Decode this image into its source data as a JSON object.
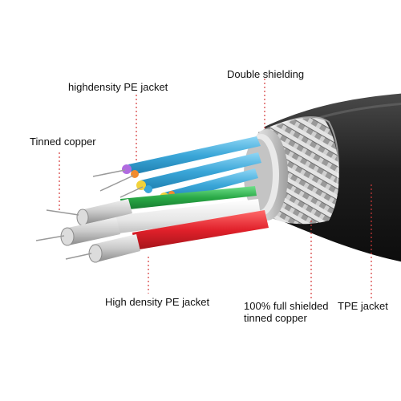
{
  "labels": {
    "pe_jacket_top_prefix": "high",
    "pe_jacket_top_rest": "density PE jacket",
    "double_shielding": "Double shielding",
    "tinned_copper": "Tinned copper",
    "pe_jacket_bottom": "High density PE jacket",
    "full_shielded": "100% full shielded\ntinned copper",
    "tpe_jacket": "TPE jacket"
  },
  "colors": {
    "pointer_line": "#d43a3a",
    "outer_jacket": "#1f1f1f",
    "braid": "#b8b8b8",
    "foil": "#d9d9d9",
    "blue_pair": "#3aa6d8",
    "green_wire": "#28a745",
    "red_wire": "#e0202a",
    "white_wire": "#eeeeee",
    "copper_strand": "#c9c9c9"
  }
}
